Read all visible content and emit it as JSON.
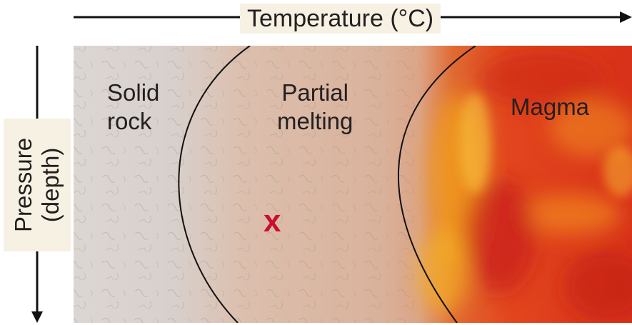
{
  "axes": {
    "x_label": "Temperature (°C)",
    "y_label_line1": "Pressure",
    "y_label_line2": "(depth)"
  },
  "regions": {
    "solid": {
      "line1": "Solid",
      "line2": "rock"
    },
    "partial": {
      "line1": "Partial",
      "line2": "melting"
    },
    "magma": {
      "line1": "Magma"
    }
  },
  "marker": {
    "text": "x"
  },
  "colors": {
    "solid_rock": "#d9d3cf",
    "partial_melting": "#dcb49c",
    "magma": "#e0401a",
    "magma_hot": "#f5a21a",
    "marker": "#c8102e",
    "label_bg": "#f6f1e2",
    "boundary": "#111111"
  }
}
